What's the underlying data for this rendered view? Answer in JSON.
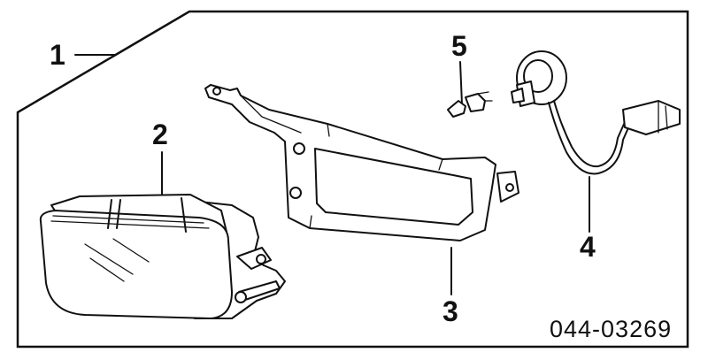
{
  "callouts": {
    "assembly": "1",
    "lamp_unit": "2",
    "bracket": "3",
    "socket_wire": "4",
    "bulb": "5"
  },
  "diagram_code": "044-03269"
}
